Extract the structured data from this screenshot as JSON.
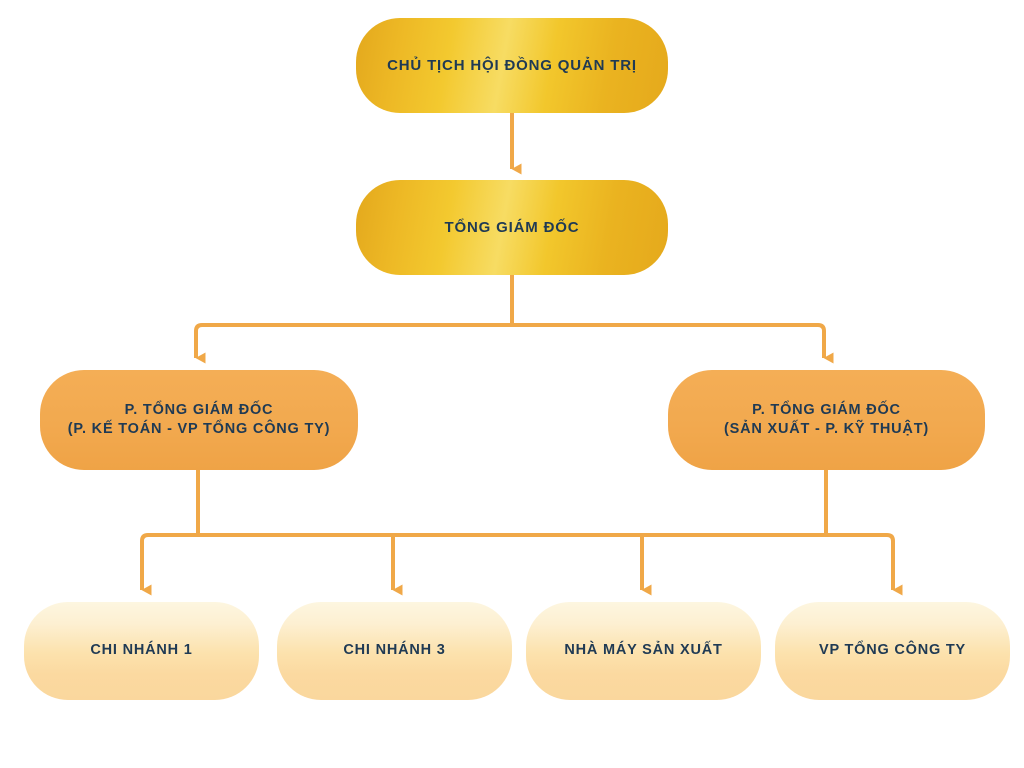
{
  "chart_data": {
    "type": "diagram",
    "diagram_kind": "organizational-chart",
    "orientation": "top-down",
    "levels": 4,
    "accent_line_color": "#f0a848",
    "text_color": "#1f3a54",
    "nodes": [
      {
        "id": "n1",
        "level": 1,
        "label": "CHỦ TỊCH HỘI ĐỒNG QUẢN TRỊ",
        "sublabel": "",
        "fill": "gold-gradient"
      },
      {
        "id": "n2",
        "level": 2,
        "label": "TỔNG GIÁM ĐỐC",
        "sublabel": "",
        "fill": "gold-gradient"
      },
      {
        "id": "n3",
        "level": 3,
        "label": "P. TỔNG GIÁM ĐỐC",
        "sublabel": "(P. KẾ TOÁN - VP TỔNG CÔNG TY)",
        "fill": "orange"
      },
      {
        "id": "n4",
        "level": 3,
        "label": "P. TỔNG GIÁM ĐỐC",
        "sublabel": "(SẢN XUẤT - P. KỸ THUẬT)",
        "fill": "orange"
      },
      {
        "id": "n5",
        "level": 4,
        "label": "CHI NHÁNH 1",
        "sublabel": "",
        "fill": "cream"
      },
      {
        "id": "n6",
        "level": 4,
        "label": "CHI NHÁNH 3",
        "sublabel": "",
        "fill": "cream"
      },
      {
        "id": "n7",
        "level": 4,
        "label": "NHÀ MÁY SẢN XUẤT",
        "sublabel": "",
        "fill": "cream"
      },
      {
        "id": "n8",
        "level": 4,
        "label": "VP TỔNG CÔNG TY",
        "sublabel": "",
        "fill": "cream"
      }
    ],
    "edges": [
      {
        "from": "n1",
        "to": "n2",
        "style": "straight-arrow"
      },
      {
        "from": "n2",
        "to": "n3",
        "style": "elbow-arrow"
      },
      {
        "from": "n2",
        "to": "n4",
        "style": "elbow-arrow"
      },
      {
        "from": "n3",
        "to": "bus",
        "style": "drop"
      },
      {
        "from": "n4",
        "to": "bus",
        "style": "drop"
      },
      {
        "from": "bus",
        "to": "n5",
        "style": "elbow-arrow"
      },
      {
        "from": "bus",
        "to": "n6",
        "style": "elbow-arrow"
      },
      {
        "from": "bus",
        "to": "n7",
        "style": "elbow-arrow"
      },
      {
        "from": "bus",
        "to": "n8",
        "style": "elbow-arrow"
      }
    ]
  },
  "nodes": {
    "chairman": {
      "title": "CHỦ TỊCH HỘI ĐỒNG QUẢN TRỊ"
    },
    "ceo": {
      "title": "TỔNG GIÁM ĐỐC"
    },
    "deputy_finance": {
      "title": "P. TỔNG GIÁM ĐỐC",
      "scope": "(P. KẾ TOÁN - VP TỔNG CÔNG TY)",
      "full": "P. TỔNG GIÁM ĐỐC\n(P. KẾ TOÁN - VP TỔNG CÔNG TY)"
    },
    "deputy_production": {
      "title": "P. TỔNG GIÁM ĐỐC",
      "scope": "(SẢN XUẤT - P. KỸ THUẬT)",
      "full": "P. TỔNG GIÁM ĐỐC\n(SẢN XUẤT - P. KỸ THUẬT)"
    },
    "units": [
      {
        "title": "CHI NHÁNH 1"
      },
      {
        "title": "CHI NHÁNH 3"
      },
      {
        "title": "NHÀ MÁY SẢN XUẤT"
      },
      {
        "title": "VP TỔNG CÔNG TY"
      }
    ]
  }
}
